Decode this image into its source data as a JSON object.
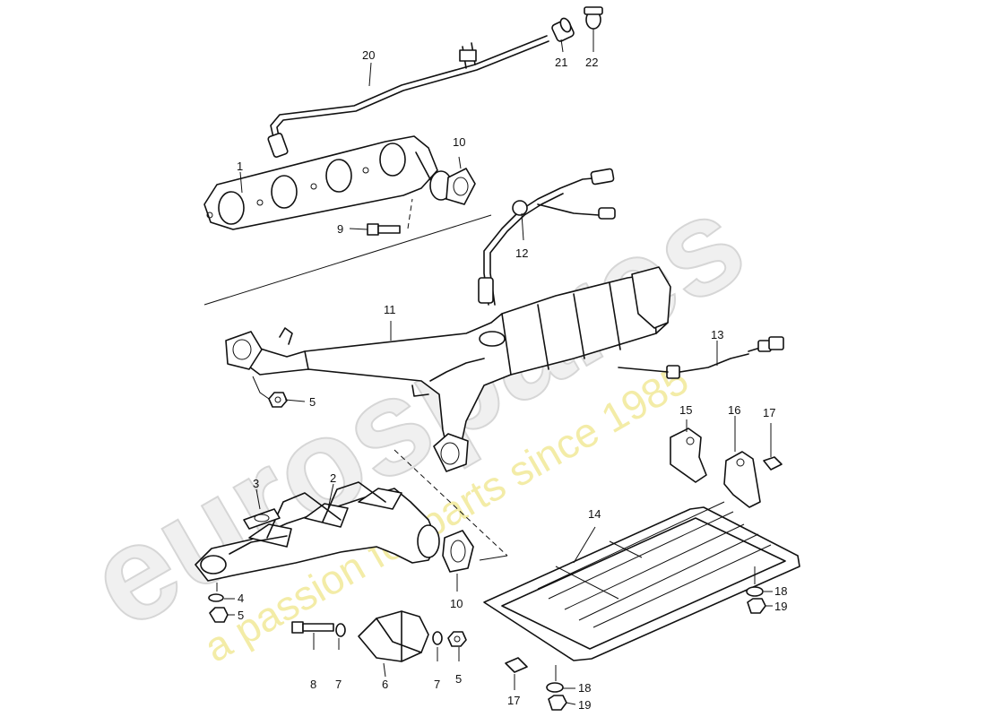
{
  "watermark": {
    "brand": "eurospares",
    "slogan": "a passion for parts since 1985"
  },
  "callouts": [
    {
      "id": "c1",
      "text": "1"
    },
    {
      "id": "c2",
      "text": "2"
    },
    {
      "id": "c3",
      "text": "3"
    },
    {
      "id": "c4",
      "text": "4"
    },
    {
      "id": "c5a",
      "text": "5"
    },
    {
      "id": "c5b",
      "text": "5"
    },
    {
      "id": "c5c",
      "text": "5"
    },
    {
      "id": "c6",
      "text": "6"
    },
    {
      "id": "c7a",
      "text": "7"
    },
    {
      "id": "c7b",
      "text": "7"
    },
    {
      "id": "c8",
      "text": "8"
    },
    {
      "id": "c9",
      "text": "9"
    },
    {
      "id": "c10a",
      "text": "10"
    },
    {
      "id": "c10b",
      "text": "10"
    },
    {
      "id": "c11",
      "text": "11"
    },
    {
      "id": "c12",
      "text": "12"
    },
    {
      "id": "c13",
      "text": "13"
    },
    {
      "id": "c14",
      "text": "14"
    },
    {
      "id": "c15",
      "text": "15"
    },
    {
      "id": "c16",
      "text": "16"
    },
    {
      "id": "c17a",
      "text": "17"
    },
    {
      "id": "c17b",
      "text": "17"
    },
    {
      "id": "c18a",
      "text": "18"
    },
    {
      "id": "c18b",
      "text": "18"
    },
    {
      "id": "c19a",
      "text": "19"
    },
    {
      "id": "c19b",
      "text": "19"
    },
    {
      "id": "c20",
      "text": "20"
    },
    {
      "id": "c21",
      "text": "21"
    },
    {
      "id": "c22",
      "text": "22"
    }
  ]
}
